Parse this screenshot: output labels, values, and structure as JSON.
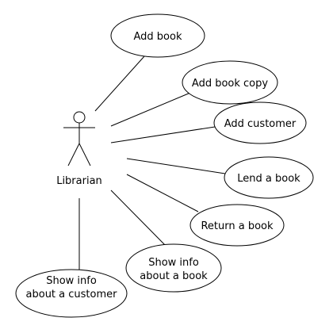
{
  "actor": {
    "name": "Librarian"
  },
  "use_cases": [
    {
      "id": "add-book",
      "lines": [
        "Add book"
      ]
    },
    {
      "id": "add-book-copy",
      "lines": [
        "Add book copy"
      ]
    },
    {
      "id": "add-customer",
      "lines": [
        "Add customer"
      ]
    },
    {
      "id": "lend-book",
      "lines": [
        "Lend a book"
      ]
    },
    {
      "id": "return-book",
      "lines": [
        "Return a book"
      ]
    },
    {
      "id": "show-info-book",
      "lines": [
        "Show info",
        "about a book"
      ]
    },
    {
      "id": "show-info-customer",
      "lines": [
        "Show info",
        "about a customer"
      ]
    }
  ]
}
